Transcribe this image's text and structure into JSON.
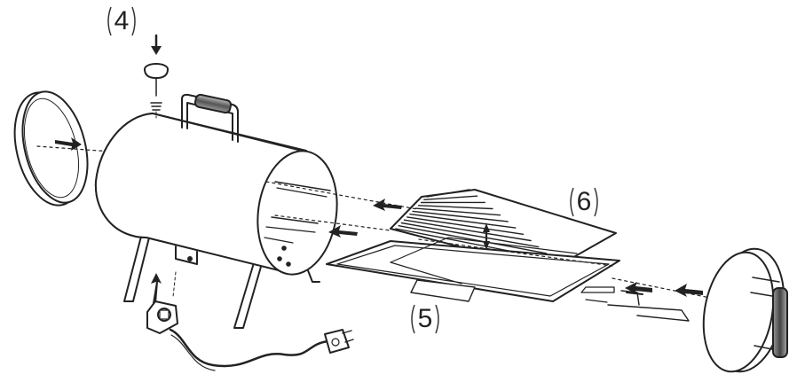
{
  "callouts": {
    "thermometer": "4",
    "charcoal_tray": "5",
    "cooking_grate": "6"
  },
  "icons": {
    "arrow": "arrow-icon",
    "thermometer": "thermometer-icon",
    "handle": "handle-icon",
    "plug": "plug-icon"
  },
  "colors": {
    "line": "#222222",
    "fill": "#ffffff",
    "shade": "#dcdcdc"
  }
}
